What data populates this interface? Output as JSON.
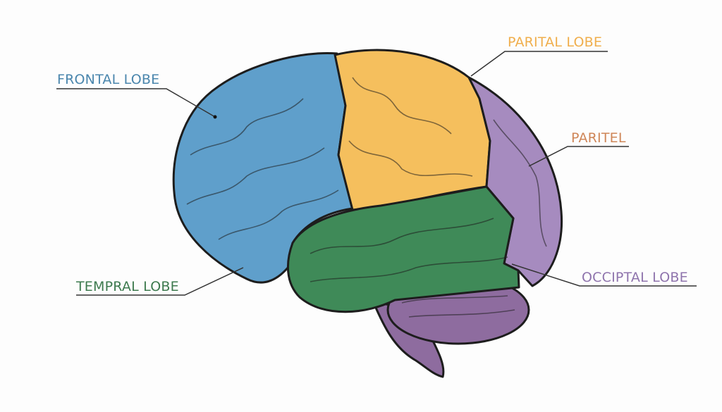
{
  "labels": {
    "frontal": "FRONTAL LOBE",
    "parietal": "PARITAL LOBE",
    "paritel": "PARITEL",
    "temporal": "TEMPRAL LOBE",
    "occipital": "OCCIPTAL LOBE"
  },
  "colors": {
    "frontal": "#5f9fcb",
    "parietal": "#f5bf5d",
    "posterior": "#a68bbf",
    "temporal": "#3f8a58",
    "cerebellum": "#8e6c9f",
    "frontal_text": "#4a86ad",
    "parietal_text": "#f0ae4c",
    "paritel_text": "#cf8658",
    "temporal_text": "#3d7a4e",
    "occipital_text": "#8f74ad"
  }
}
